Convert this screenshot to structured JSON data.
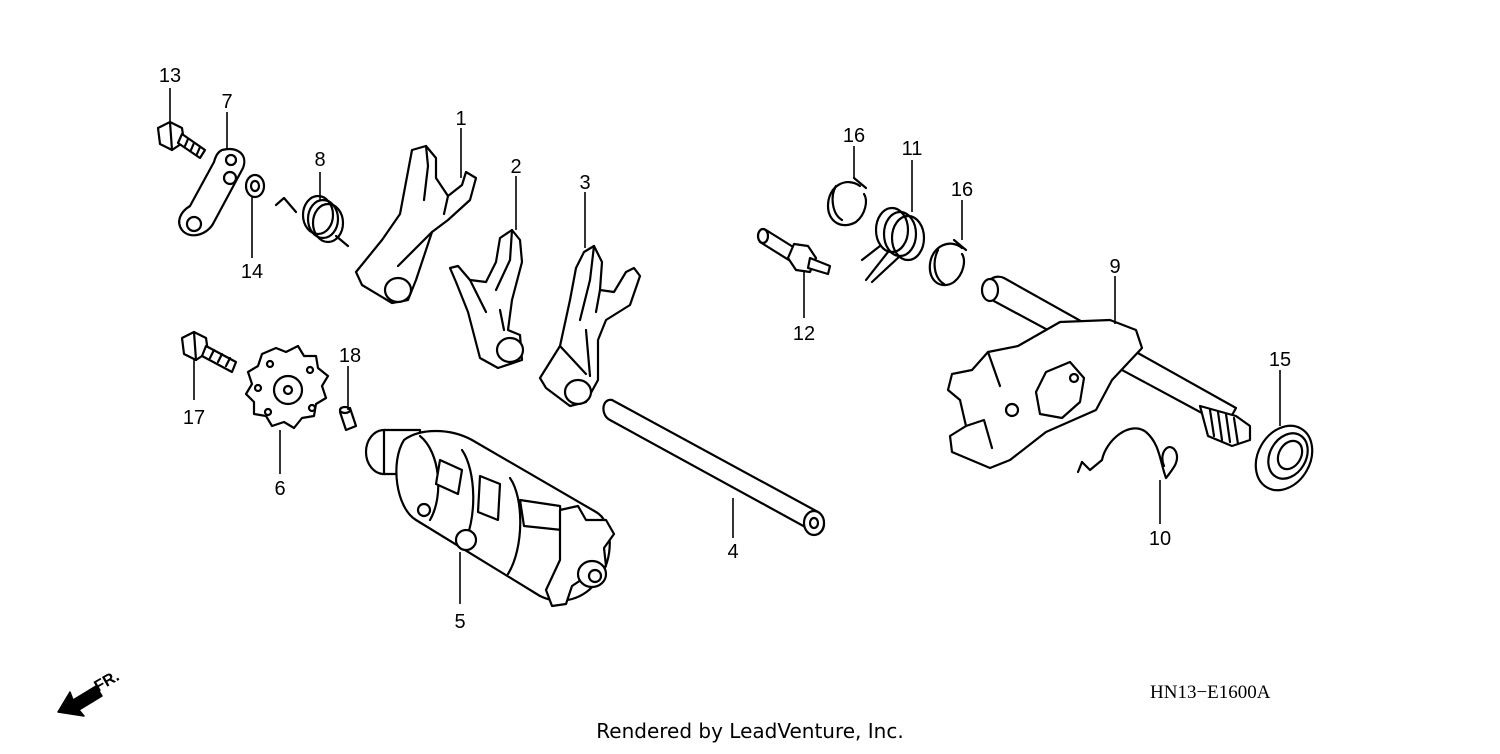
{
  "diagram": {
    "callouts": [
      {
        "id": "1",
        "label": "1"
      },
      {
        "id": "2",
        "label": "2"
      },
      {
        "id": "3",
        "label": "3"
      },
      {
        "id": "4",
        "label": "4"
      },
      {
        "id": "5",
        "label": "5"
      },
      {
        "id": "6",
        "label": "6"
      },
      {
        "id": "7",
        "label": "7"
      },
      {
        "id": "8",
        "label": "8"
      },
      {
        "id": "9",
        "label": "9"
      },
      {
        "id": "10",
        "label": "10"
      },
      {
        "id": "11",
        "label": "11"
      },
      {
        "id": "12",
        "label": "12"
      },
      {
        "id": "13",
        "label": "13"
      },
      {
        "id": "14",
        "label": "14"
      },
      {
        "id": "15",
        "label": "15"
      },
      {
        "id": "16a",
        "label": "16"
      },
      {
        "id": "16b",
        "label": "16"
      },
      {
        "id": "17",
        "label": "17"
      },
      {
        "id": "18",
        "label": "18"
      }
    ],
    "diagram_code": "HN13−E1600A",
    "direction_label": "FR.",
    "credit": "Rendered by LeadVenture, Inc."
  }
}
